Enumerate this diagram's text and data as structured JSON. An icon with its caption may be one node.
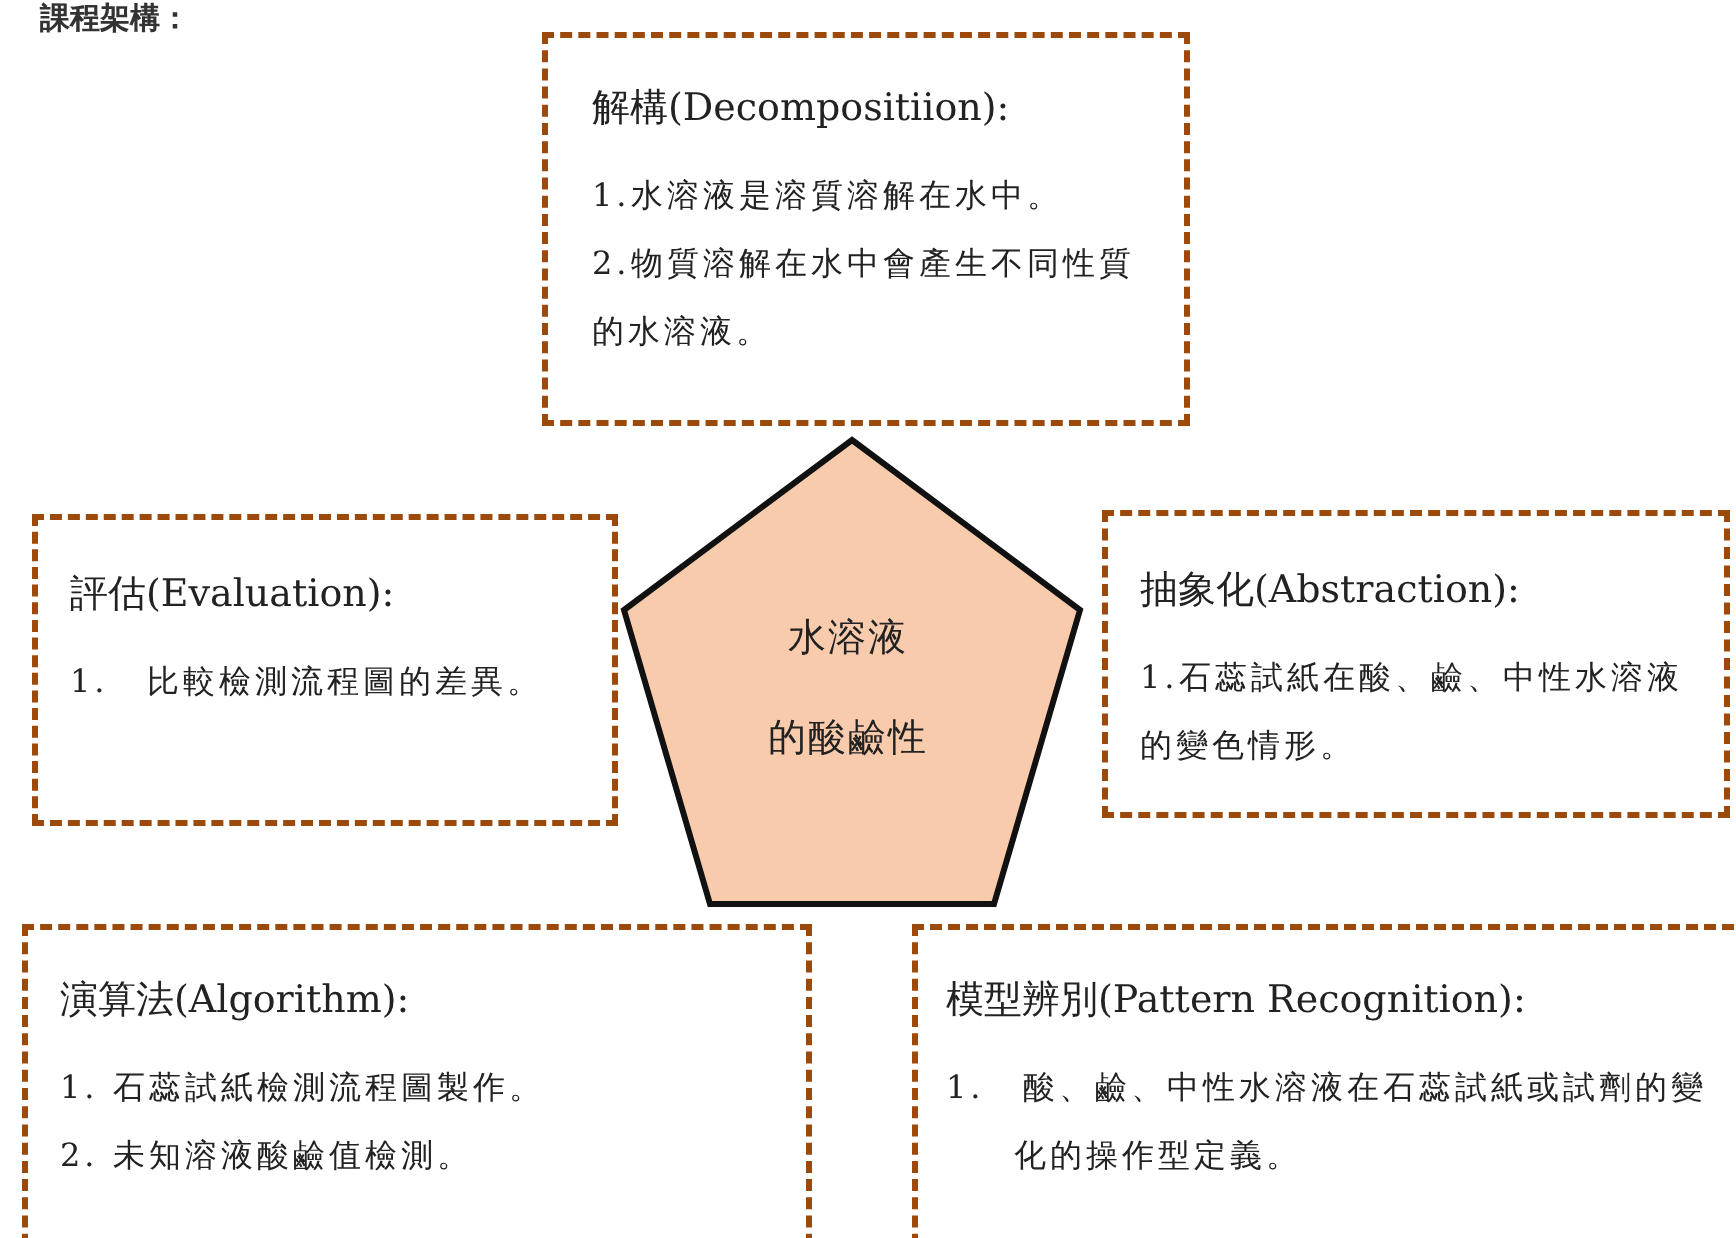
{
  "diagram": {
    "title": "課程架構：",
    "nodes": [
      {
        "text": [
          "解構(Decompositiion):",
          "1.水溶液是溶質溶解在水中。",
          "2.物質溶解在水中會產生不同性質的水溶液。"
        ]
      },
      {
        "text": [
          "評估(Evaluation):",
          "1. 比較檢測流程圖的差異。"
        ]
      },
      {
        "text": [
          "水溶液的酸鹼性"
        ]
      },
      {
        "text": [
          "抽象化(Abstraction):",
          "1.石蕊試紙在酸、鹼、中性水溶液的變色情形。"
        ]
      },
      {
        "text": [
          "演算法(Algorithm):",
          "1. 石蕊試紙檢測流程圖製作。",
          "2. 未知溶液酸鹼值檢測。"
        ]
      },
      {
        "text": [
          "模型辨別(Pattern Recognition):",
          "1. 酸、鹼、中性水溶液在石蕊試紙或試劑的變化的操作型定義。"
        ]
      }
    ],
    "edges": []
  }
}
